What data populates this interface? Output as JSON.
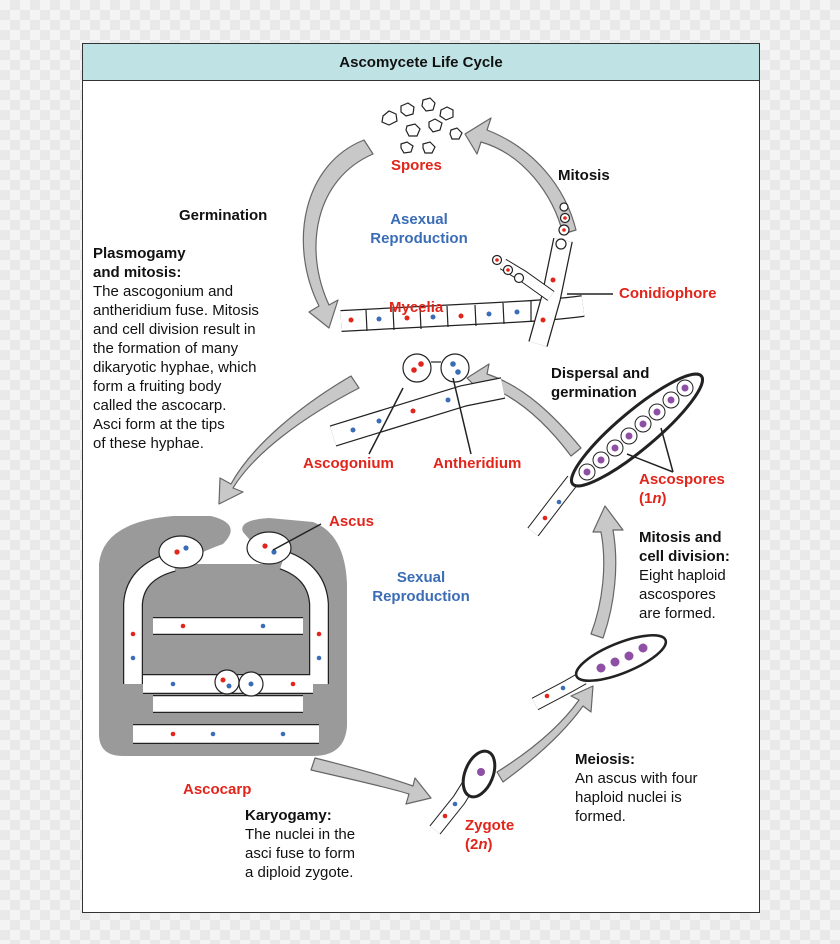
{
  "title": "Ascomycete Life Cycle",
  "colors": {
    "title_bg": "#bfe3e4",
    "label_red": "#e1251b",
    "label_blue": "#3b6db6",
    "arrow_gray": "#c8c8c8",
    "ascocarp_gray": "#9a9a9a",
    "nucleus_red": "#e1251b",
    "nucleus_blue": "#3b6db6",
    "nucleus_purple": "#8e4fa4"
  },
  "labels": {
    "spores": "Spores",
    "mitosis": "Mitosis",
    "germination": "Germination",
    "asexual_line1": "Asexual",
    "asexual_line2": "Reproduction",
    "mycelia": "Mycelia",
    "conidiophore": "Conidiophore",
    "ascogonium": "Ascogonium",
    "antheridium": "Antheridium",
    "ascus": "Ascus",
    "sexual_line1": "Sexual",
    "sexual_line2": "Reproduction",
    "ascocarp": "Ascocarp",
    "ascospores_line1": "Ascospores",
    "ascospores_line2_open": "(1",
    "ascospores_line2_n": "n",
    "ascospores_line2_close": ")",
    "zygote_line1": "Zygote",
    "zygote_line2_open": "(2",
    "zygote_line2_n": "n",
    "zygote_line2_close": ")"
  },
  "annotations": {
    "plasmogamy": {
      "heading_line1": "Plasmogamy",
      "heading_line2": "and mitosis:",
      "lines": [
        "The ascogonium and",
        "antheridium fuse. Mitosis",
        "and cell division result in",
        "the formation of many",
        "dikaryotic hyphae, which",
        "form a fruiting body",
        "called the ascocarp.",
        "Asci form at the tips",
        "of these hyphae."
      ]
    },
    "dispersal": {
      "heading_line1": "Dispersal and",
      "heading_line2": "germination"
    },
    "mitosis_division": {
      "heading_line1": "Mitosis and",
      "heading_line2": "cell division:",
      "lines": [
        "Eight haploid",
        "ascospores",
        "are formed."
      ]
    },
    "meiosis": {
      "heading": "Meiosis:",
      "lines": [
        "An ascus with four",
        "haploid nuclei is",
        "formed."
      ]
    },
    "karyogamy": {
      "heading": "Karyogamy:",
      "lines": [
        "The nuclei in the",
        "asci fuse to form",
        "a diploid zygote."
      ]
    }
  }
}
